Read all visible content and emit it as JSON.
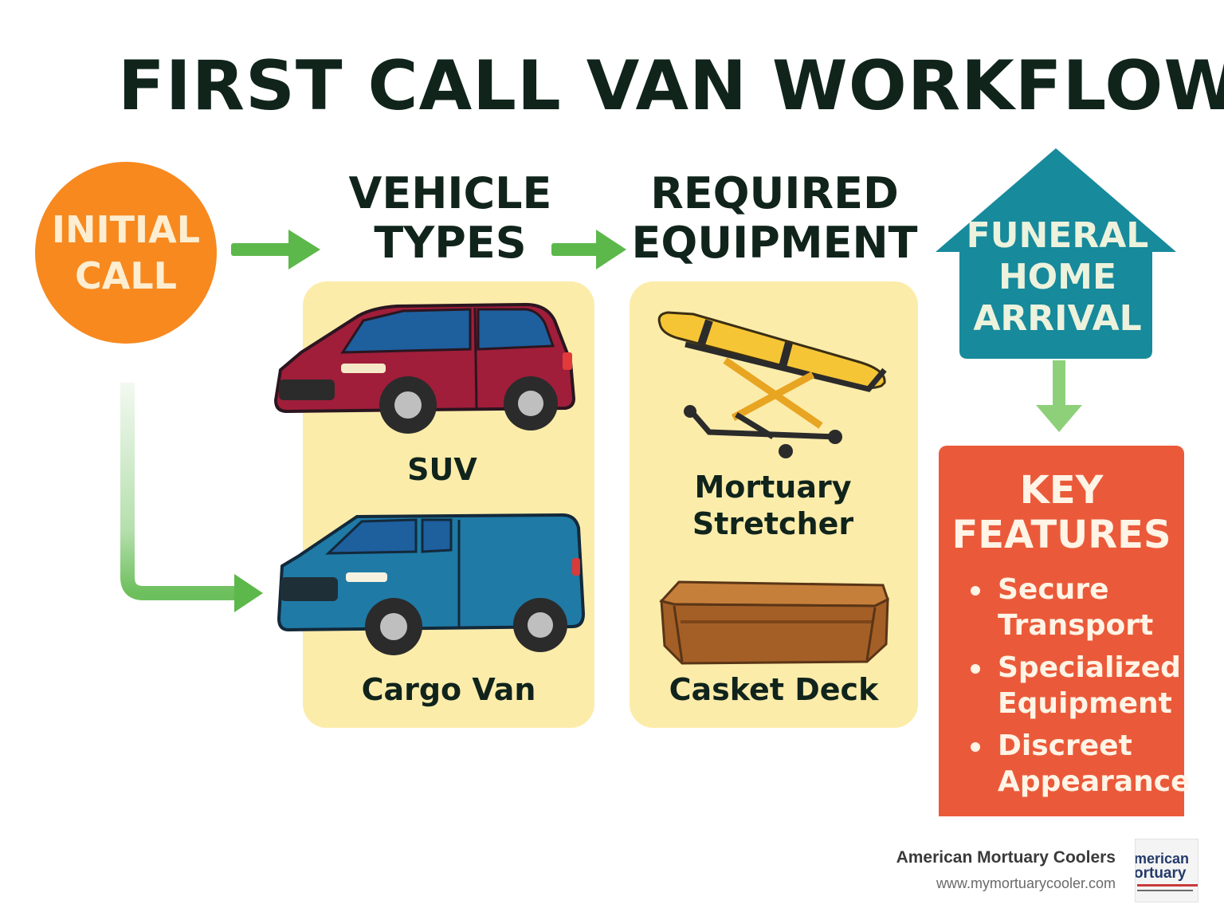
{
  "title": "FIRST CALL VAN WORKFLOW",
  "start": {
    "label": "INITIAL\nCALL",
    "color": "#f7891f"
  },
  "vehicle_types": {
    "heading": "VEHICLE\nTYPES",
    "items": [
      {
        "label": "SUV",
        "icon": "suv-icon",
        "color": "#a01e3a"
      },
      {
        "label": "Cargo Van",
        "icon": "cargo-van-icon",
        "color": "#1f7aa6"
      }
    ]
  },
  "required_equipment": {
    "heading": "REQUIRED\nEQUIPMENT",
    "items": [
      {
        "label": "Mortuary\nStretcher",
        "icon": "stretcher-icon"
      },
      {
        "label": "Casket Deck",
        "icon": "casket-deck-icon"
      }
    ]
  },
  "arrival": {
    "label": "FUNERAL\nHOME\nARRIVAL",
    "icon": "house-icon",
    "color": "#178a9c"
  },
  "key_features": {
    "title": "KEY\nFEATURES",
    "items": [
      "Secure\nTransport",
      "Specialized\nEquipment",
      "Discreet\nAppearance"
    ],
    "color": "#ea5a3a"
  },
  "footer": {
    "company": "American Mortuary Coolers",
    "url": "www.mymortuarycooler.com",
    "logo_line1": "merican",
    "logo_line2": "ortuary"
  },
  "colors": {
    "arrow": "#5cb84a",
    "panel": "#fcecaa",
    "heading_text": "#10241c"
  }
}
